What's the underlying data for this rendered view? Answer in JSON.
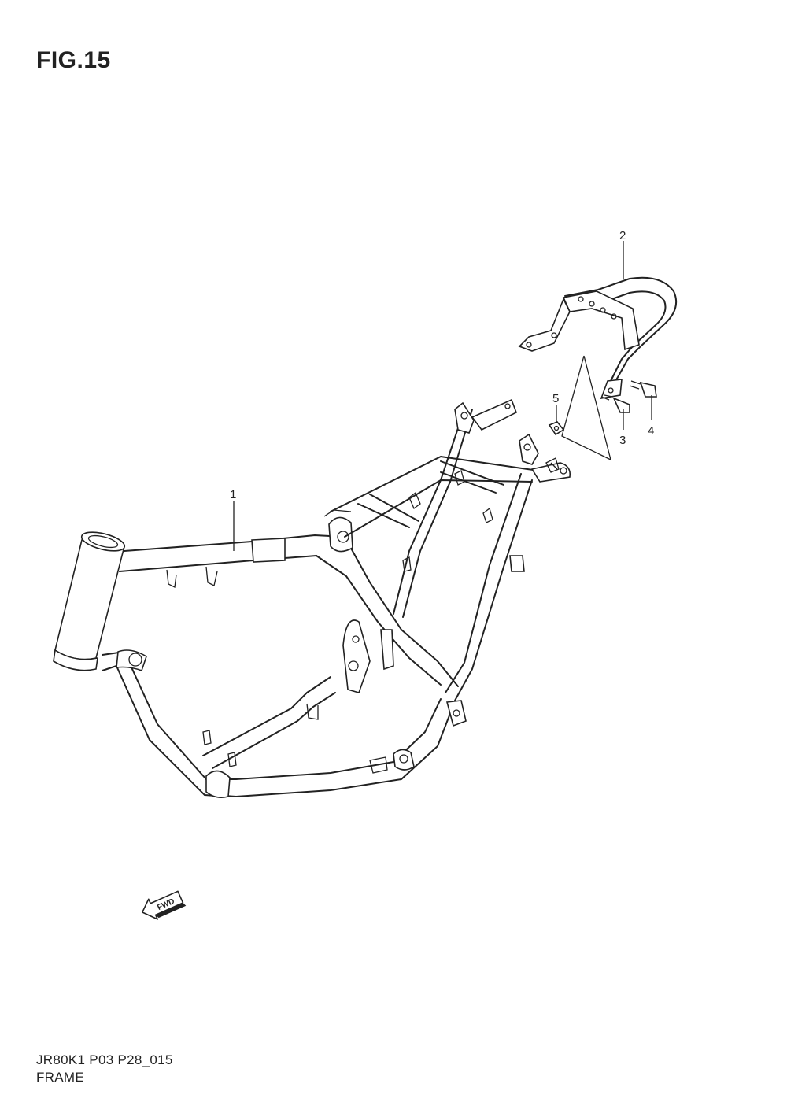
{
  "figure": {
    "title": "FIG.15"
  },
  "callouts": [
    {
      "id": "1",
      "label": "1"
    },
    {
      "id": "2",
      "label": "2"
    },
    {
      "id": "3",
      "label": "3"
    },
    {
      "id": "4",
      "label": "4"
    },
    {
      "id": "5",
      "label": "5"
    }
  ],
  "direction_indicator": {
    "label": "FWD",
    "icon": "fwd-arrow-icon"
  },
  "footer": {
    "model_code": "JR80K1 P03 P28_015",
    "part_group": "FRAME"
  }
}
